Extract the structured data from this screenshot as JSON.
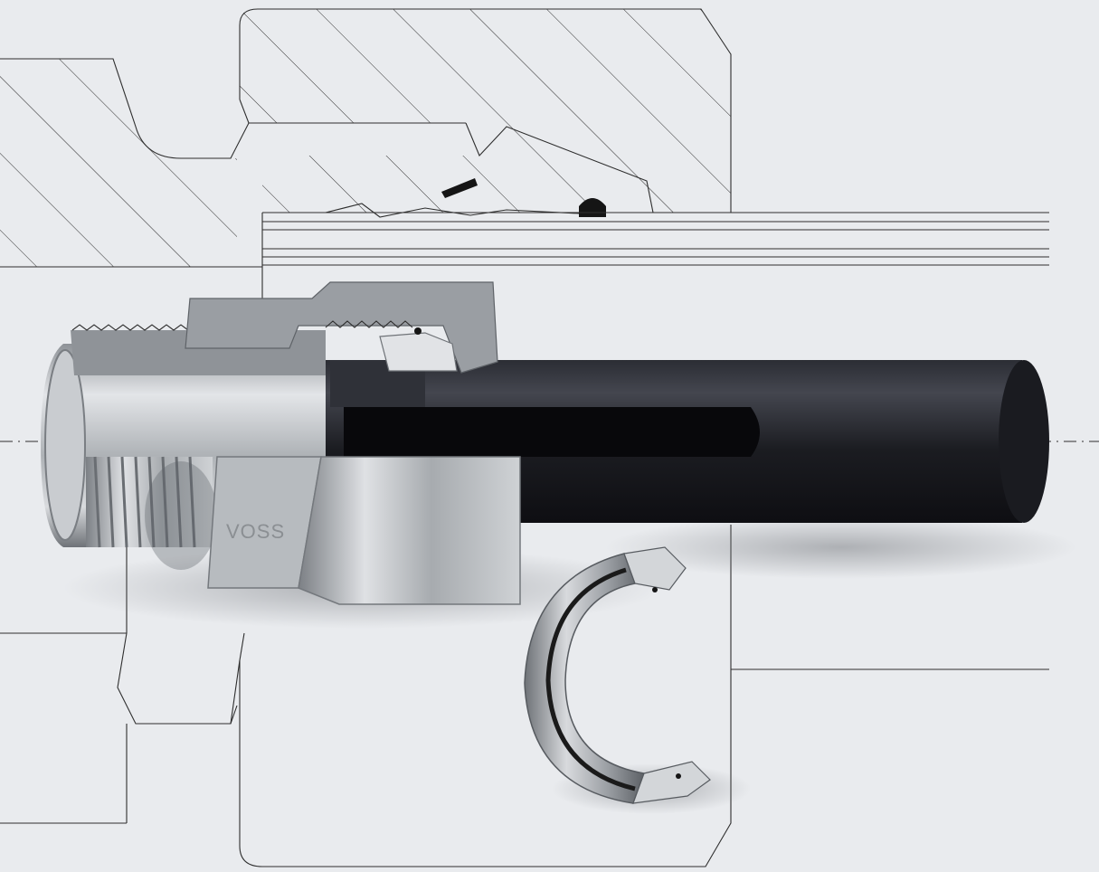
{
  "figure": {
    "brand_mark": "VOSS",
    "colors": {
      "background": "#e9ebee",
      "line": "#2e2e2e",
      "steel_light": "#d6d8db",
      "steel_mid": "#a4a8ad",
      "steel_dark": "#6c7075",
      "tube": "#1c1d22",
      "seal": "#151515"
    },
    "components": [
      "technical-drawing-section",
      "fitting-body",
      "union-nut",
      "cutting-ring",
      "tube",
      "cutting-ring-detail"
    ]
  }
}
